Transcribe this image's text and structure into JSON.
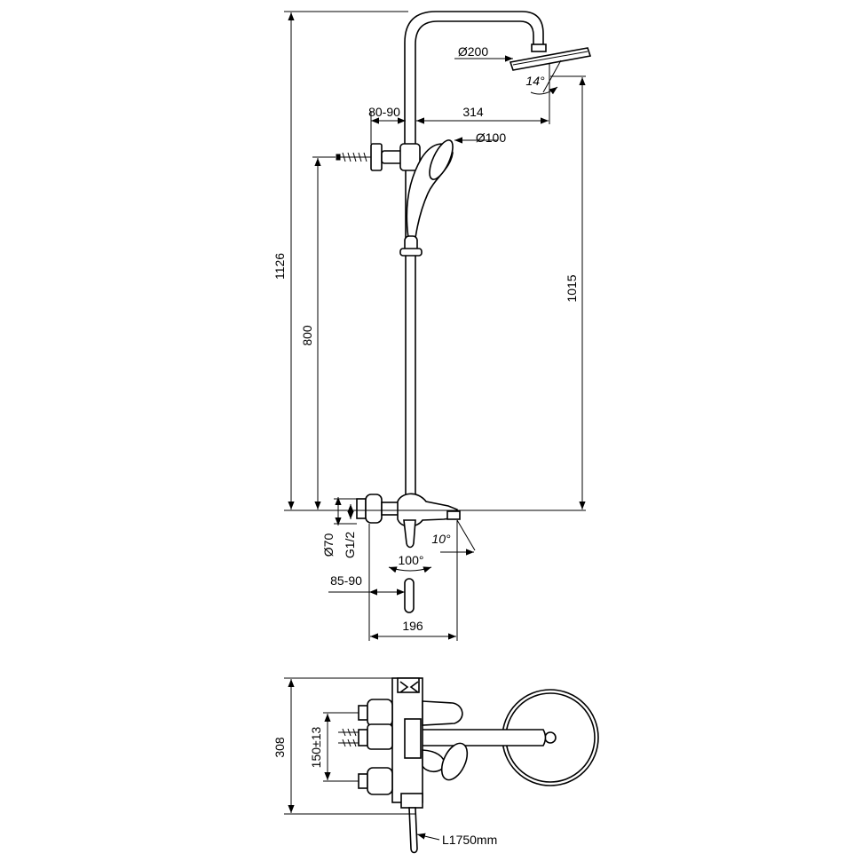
{
  "side_view": {
    "labels": {
      "overall_height": "1126",
      "outlet_height": "1015",
      "bracket_height": "800",
      "wall_bracket_offset": "80-90",
      "arm_reach": "314",
      "head_diameter": "Ø200",
      "hand_shower_diameter": "Ø100",
      "head_tilt": "14°",
      "spout_tilt": "10°",
      "lever_rotation": "100°",
      "mixer_wall_offset": "85-90",
      "spout_reach": "196",
      "escutcheon_diameter": "Ø70",
      "thread": "G1/2"
    }
  },
  "top_view": {
    "labels": {
      "depth": "308",
      "connection_spacing": "150±13",
      "hose_length": "L1750mm"
    }
  }
}
